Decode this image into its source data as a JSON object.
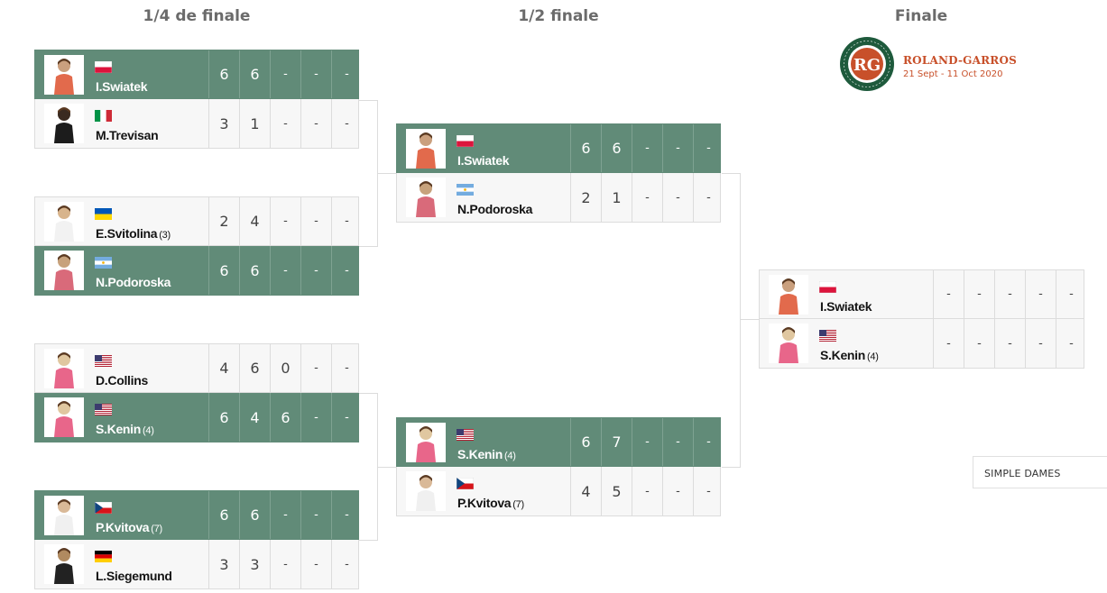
{
  "headers": {
    "quarter": "1/4 de finale",
    "semi": "1/2 finale",
    "final": "Finale"
  },
  "logo": {
    "name": "ROLAND-GARROS",
    "dates": "21 Sept - 11 Oct 2020",
    "colors": {
      "clay": "#c8502a",
      "green": "#1e5a3c"
    }
  },
  "draw_selector": {
    "label": "SIMPLE DAMES"
  },
  "colors": {
    "winner_row": "#618b78",
    "loser_row": "#f7f7f7",
    "border": "#dcdcdc"
  },
  "matches": [
    {
      "round": "quarter",
      "players": [
        {
          "name": "I.Swiatek",
          "seed": "",
          "flag": "poland-flag",
          "winner": true,
          "scores": [
            "6",
            "6",
            "-",
            "-",
            "-"
          ]
        },
        {
          "name": "M.Trevisan",
          "seed": "",
          "flag": "italy-flag",
          "winner": false,
          "scores": [
            "3",
            "1",
            "-",
            "-",
            "-"
          ]
        }
      ]
    },
    {
      "round": "quarter",
      "players": [
        {
          "name": "E.Svitolina",
          "seed": "(3)",
          "flag": "ukraine-flag",
          "winner": false,
          "scores": [
            "2",
            "4",
            "-",
            "-",
            "-"
          ]
        },
        {
          "name": "N.Podoroska",
          "seed": "",
          "flag": "argentina-flag",
          "winner": true,
          "scores": [
            "6",
            "6",
            "-",
            "-",
            "-"
          ]
        }
      ]
    },
    {
      "round": "quarter",
      "players": [
        {
          "name": "D.Collins",
          "seed": "",
          "flag": "usa-flag",
          "winner": false,
          "scores": [
            "4",
            "6",
            "0",
            "-",
            "-"
          ]
        },
        {
          "name": "S.Kenin",
          "seed": "(4)",
          "flag": "usa-flag",
          "winner": true,
          "scores": [
            "6",
            "4",
            "6",
            "-",
            "-"
          ]
        }
      ]
    },
    {
      "round": "quarter",
      "players": [
        {
          "name": "P.Kvitova",
          "seed": "(7)",
          "flag": "czech-flag",
          "winner": true,
          "scores": [
            "6",
            "6",
            "-",
            "-",
            "-"
          ]
        },
        {
          "name": "L.Siegemund",
          "seed": "",
          "flag": "germany-flag",
          "winner": false,
          "scores": [
            "3",
            "3",
            "-",
            "-",
            "-"
          ]
        }
      ]
    },
    {
      "round": "semi",
      "players": [
        {
          "name": "I.Swiatek",
          "seed": "",
          "flag": "poland-flag",
          "winner": true,
          "scores": [
            "6",
            "6",
            "-",
            "-",
            "-"
          ]
        },
        {
          "name": "N.Podoroska",
          "seed": "",
          "flag": "argentina-flag",
          "winner": false,
          "scores": [
            "2",
            "1",
            "-",
            "-",
            "-"
          ]
        }
      ]
    },
    {
      "round": "semi",
      "players": [
        {
          "name": "S.Kenin",
          "seed": "(4)",
          "flag": "usa-flag",
          "winner": true,
          "scores": [
            "6",
            "7",
            "-",
            "-",
            "-"
          ]
        },
        {
          "name": "P.Kvitova",
          "seed": "(7)",
          "flag": "czech-flag",
          "winner": false,
          "scores": [
            "4",
            "5",
            "-",
            "-",
            "-"
          ]
        }
      ]
    },
    {
      "round": "final",
      "players": [
        {
          "name": "I.Swiatek",
          "seed": "",
          "flag": "poland-flag",
          "winner": false,
          "scores": [
            "-",
            "-",
            "-",
            "-",
            "-"
          ]
        },
        {
          "name": "S.Kenin",
          "seed": "(4)",
          "flag": "usa-flag",
          "winner": false,
          "scores": [
            "-",
            "-",
            "-",
            "-",
            "-"
          ]
        }
      ]
    }
  ]
}
